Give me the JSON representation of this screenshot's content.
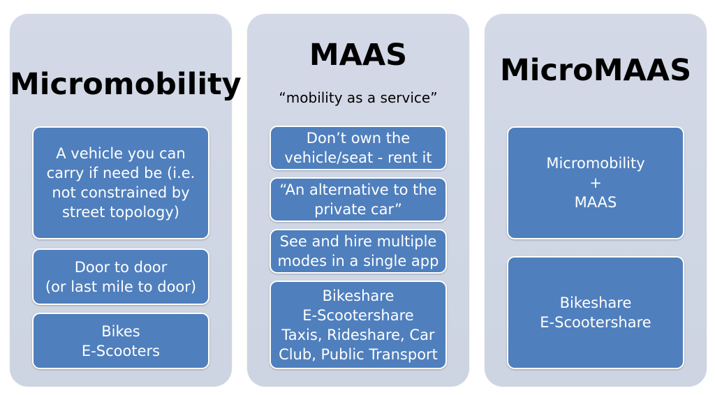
{
  "columns": [
    {
      "title": "Micromobility",
      "boxes": [
        "A vehicle you can\ncarry if need be (i.e.\nnot constrained by\nstreet topology)",
        "Door to door\n(or last mile to door)",
        "Bikes\nE-Scooters"
      ]
    },
    {
      "title": "MAAS",
      "subtitle": "“mobility as a service”",
      "boxes": [
        "Don’t own the\nvehicle/seat - rent it",
        "“An alternative to the\nprivate car”",
        "See and hire multiple\nmodes in a single app",
        "Bikeshare\nE-Scootershare\nTaxis, Rideshare, Car\nClub, Public Transport"
      ]
    },
    {
      "title": "MicroMAAS",
      "boxes": [
        "Micromobility\n+\nMAAS",
        "Bikeshare\nE-Scootershare"
      ]
    }
  ],
  "colors": {
    "panel": "#cdd4e2",
    "box": "#4f7fbd",
    "box_text": "#ffffff",
    "title_text": "#000000"
  }
}
